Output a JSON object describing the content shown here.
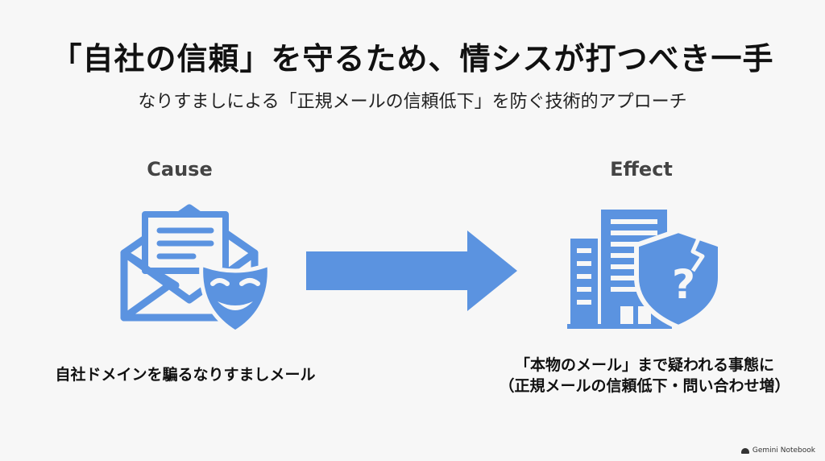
{
  "title": "「自社の信頼」を守るため、情シスが打つべき一手",
  "subtitle": "なりすましによる「正規メールの信頼低下」を防ぐ技術的アプローチ",
  "cause": {
    "label": "Cause",
    "icon": "envelope-with-mask-icon",
    "caption": "自社ドメインを騙るなりすましメール"
  },
  "effect": {
    "label": "Effect",
    "icon": "building-with-broken-shield-icon",
    "caption_line1": "「本物のメール」まで疑われる事態に",
    "caption_line2": "（正規メールの信頼低下・問い合わせ増）"
  },
  "watermark": "Gemini Notebook",
  "colors": {
    "accent": "#5b93e0",
    "background": "#f7f7f7",
    "text": "#111111"
  }
}
